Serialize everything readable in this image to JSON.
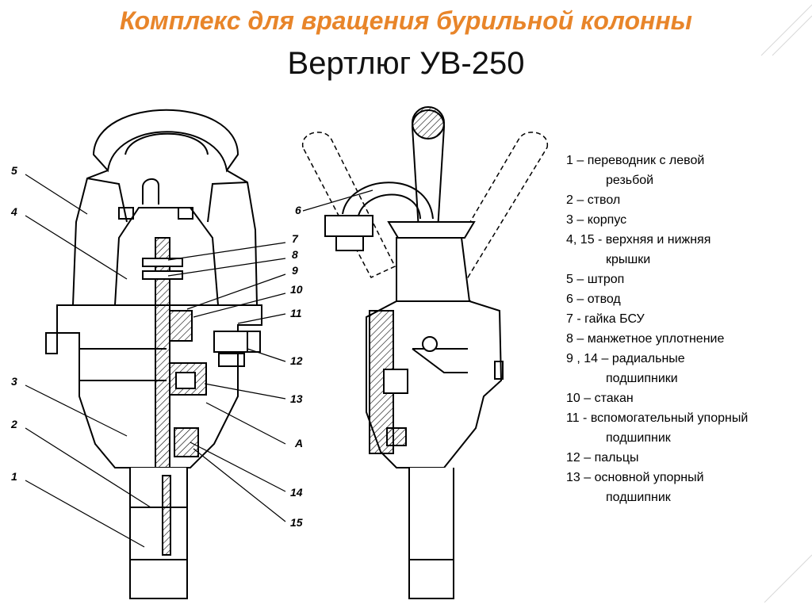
{
  "title": "Комплекс для вращения бурильной колонны",
  "subtitle": "Вертлюг УВ-250",
  "legend": [
    {
      "line1": "1 – переводник с левой",
      "line2": "резьбой"
    },
    {
      "line1": "2 – ствол",
      "line2": ""
    },
    {
      "line1": "3 – корпус",
      "line2": ""
    },
    {
      "line1": "4, 15 -  верхняя и нижняя",
      "line2": "крышки"
    },
    {
      "line1": "5 –  штроп",
      "line2": ""
    },
    {
      "line1": "6 – отвод",
      "line2": ""
    },
    {
      "line1": "7 - гайка БСУ",
      "line2": ""
    },
    {
      "line1": "8 – манжетное уплотнение",
      "line2": ""
    },
    {
      "line1": "9 , 14 – радиальные",
      "line2": "подшипники"
    },
    {
      "line1": "10 – стакан",
      "line2": ""
    },
    {
      "line1": "11 - вспомогательный упорный",
      "line2": "подшипник"
    },
    {
      "line1": "12 – пальцы",
      "line2": ""
    },
    {
      "line1": "13 – основной упорный",
      "line2": "подшипник"
    }
  ],
  "callouts": {
    "c1": "1",
    "c2": "2",
    "c3": "3",
    "c4": "4",
    "c5": "5",
    "c6": "6",
    "c7": "7",
    "c8": "8",
    "c9": "9",
    "c10": "10",
    "c11": "11",
    "c12": "12",
    "c13": "13",
    "cA": "A",
    "c14": "14",
    "c15": "15"
  }
}
